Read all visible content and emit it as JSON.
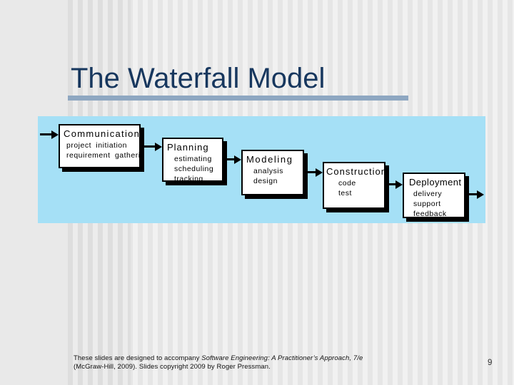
{
  "slide": {
    "title": "The Waterfall Model",
    "page_number": "9",
    "footer": {
      "line1_normal": "These slides are designed to accompany ",
      "line1_italic": "Software Engineering: A Practitioner’s Approach, 7/e",
      "line2": "(McGraw-Hill, 2009). Slides copyright 2009 by Roger Pressman."
    }
  },
  "diagram": {
    "stages": [
      {
        "title": "Communication",
        "items": [
          "project initiation",
          "requirement gathering"
        ]
      },
      {
        "title": "Planning",
        "items": [
          "estimating",
          "scheduling",
          "tracking"
        ]
      },
      {
        "title": "Modeling",
        "items": [
          "analysis",
          "design"
        ]
      },
      {
        "title": "Construction",
        "items": [
          "code",
          "test"
        ]
      },
      {
        "title": "Deployment",
        "items": [
          "delivery",
          "support",
          "feedback"
        ]
      }
    ]
  },
  "colors": {
    "title_text": "#17375E",
    "title_underline": "#8EA7C1",
    "panel_background": "#A5E0F6",
    "box_background": "#FFFFFF",
    "box_border": "#000000",
    "slide_background": "#E9E9E9",
    "arrow": "#000000"
  }
}
